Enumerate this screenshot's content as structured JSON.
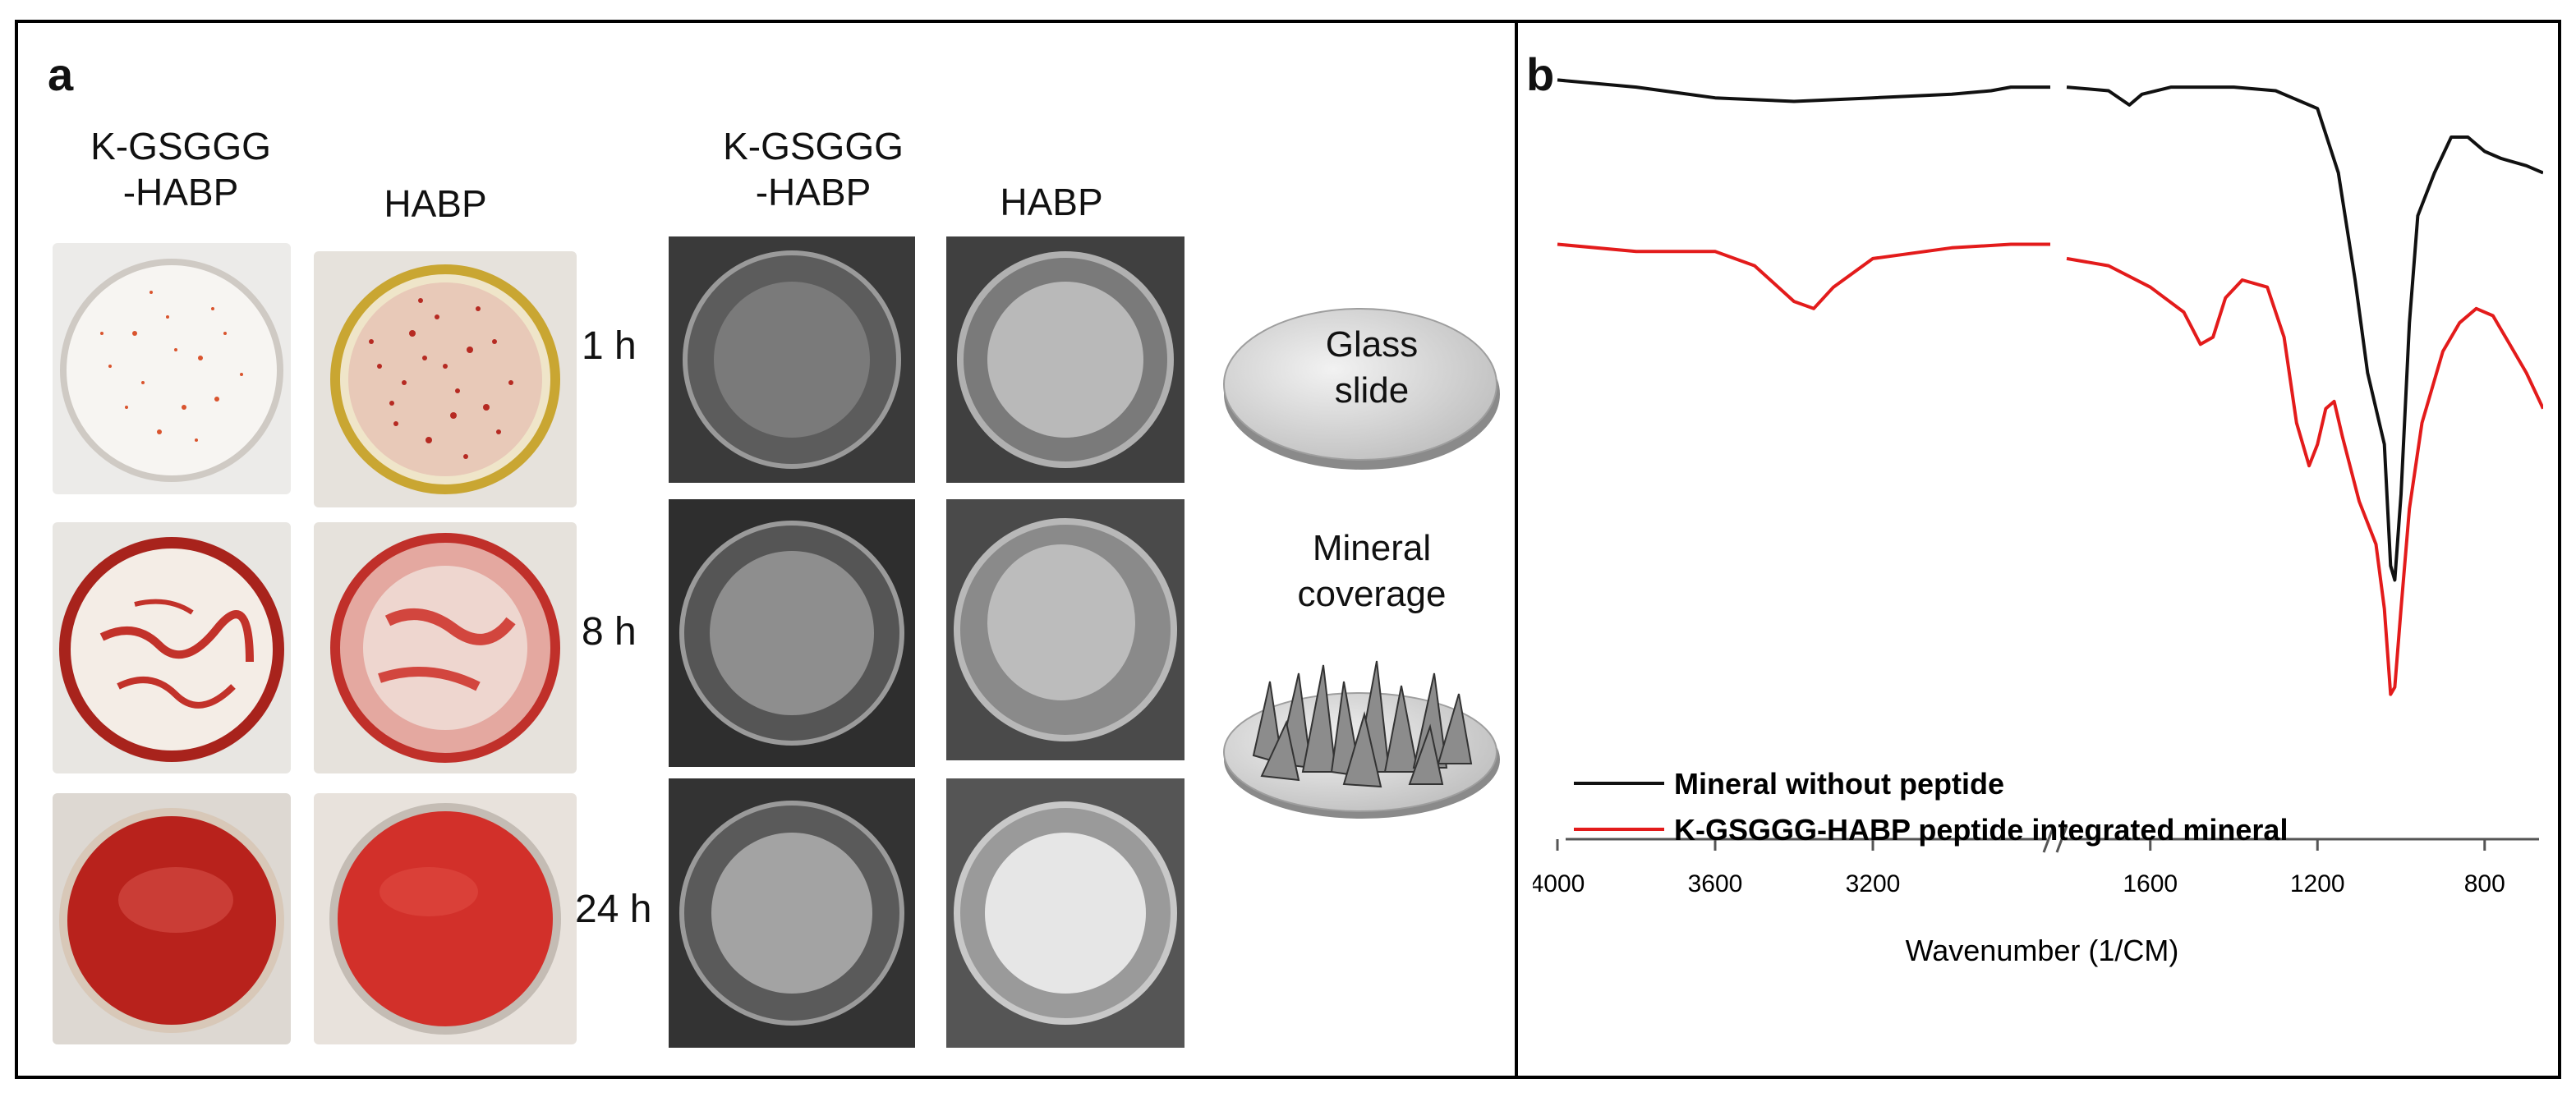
{
  "panel_a": {
    "letter": "a",
    "col_labels": [
      "K-GSGGG\n-HABP",
      "HABP",
      "K-GSGGG\n-HABP",
      "HABP"
    ],
    "time_labels": [
      "1 h",
      "8 h",
      "24 h"
    ],
    "glass_slide_label": "Glass\nslide",
    "mineral_coverage_label": "Mineral\ncoverage"
  },
  "panel_b": {
    "letter": "b",
    "legend": {
      "series_1": "Mineral without peptide",
      "series_2": "K-GSGGG-HABP peptide integrated mineral"
    },
    "x_ticks": [
      "4000",
      "3600",
      "3200",
      "1600",
      "1200",
      "800"
    ],
    "xlabel": "Wavenumber (1/CM)"
  },
  "chart_data": {
    "type": "line",
    "title": "",
    "xlabel": "Wavenumber (1/CM)",
    "ylabel": "",
    "x_axis": "broken axis: 4000–2700 and 1800–650 (1/CM), decreasing to the right",
    "series": [
      {
        "name": "Mineral without peptide",
        "color": "#111111",
        "points": [
          [
            4000,
            0.98
          ],
          [
            3800,
            0.97
          ],
          [
            3600,
            0.955
          ],
          [
            3400,
            0.95
          ],
          [
            3200,
            0.955
          ],
          [
            3000,
            0.96
          ],
          [
            2900,
            0.965
          ],
          [
            2850,
            0.97
          ],
          [
            2750,
            0.97
          ],
          [
            1800,
            0.97
          ],
          [
            1700,
            0.965
          ],
          [
            1650,
            0.945
          ],
          [
            1620,
            0.96
          ],
          [
            1550,
            0.97
          ],
          [
            1400,
            0.97
          ],
          [
            1300,
            0.965
          ],
          [
            1200,
            0.94
          ],
          [
            1150,
            0.85
          ],
          [
            1110,
            0.7
          ],
          [
            1080,
            0.57
          ],
          [
            1040,
            0.47
          ],
          [
            1025,
            0.3
          ],
          [
            1015,
            0.28
          ],
          [
            1000,
            0.4
          ],
          [
            980,
            0.64
          ],
          [
            960,
            0.79
          ],
          [
            920,
            0.85
          ],
          [
            880,
            0.9
          ],
          [
            840,
            0.9
          ],
          [
            800,
            0.88
          ],
          [
            760,
            0.87
          ],
          [
            700,
            0.86
          ],
          [
            660,
            0.85
          ]
        ]
      },
      {
        "name": "K-GSGGG-HABP peptide integrated mineral",
        "color": "#e31b1b",
        "points": [
          [
            4000,
            0.75
          ],
          [
            3800,
            0.74
          ],
          [
            3600,
            0.74
          ],
          [
            3500,
            0.72
          ],
          [
            3400,
            0.67
          ],
          [
            3350,
            0.66
          ],
          [
            3300,
            0.69
          ],
          [
            3200,
            0.73
          ],
          [
            3000,
            0.745
          ],
          [
            2850,
            0.75
          ],
          [
            2750,
            0.75
          ],
          [
            1800,
            0.73
          ],
          [
            1700,
            0.72
          ],
          [
            1600,
            0.69
          ],
          [
            1520,
            0.655
          ],
          [
            1480,
            0.61
          ],
          [
            1450,
            0.62
          ],
          [
            1420,
            0.675
          ],
          [
            1380,
            0.7
          ],
          [
            1320,
            0.69
          ],
          [
            1280,
            0.62
          ],
          [
            1250,
            0.5
          ],
          [
            1220,
            0.44
          ],
          [
            1200,
            0.47
          ],
          [
            1180,
            0.52
          ],
          [
            1160,
            0.53
          ],
          [
            1140,
            0.48
          ],
          [
            1100,
            0.39
          ],
          [
            1060,
            0.33
          ],
          [
            1040,
            0.24
          ],
          [
            1025,
            0.12
          ],
          [
            1015,
            0.13
          ],
          [
            1000,
            0.24
          ],
          [
            980,
            0.38
          ],
          [
            950,
            0.5
          ],
          [
            900,
            0.6
          ],
          [
            860,
            0.64
          ],
          [
            820,
            0.66
          ],
          [
            780,
            0.65
          ],
          [
            740,
            0.61
          ],
          [
            700,
            0.57
          ],
          [
            660,
            0.52
          ]
        ]
      }
    ],
    "grid": false
  }
}
